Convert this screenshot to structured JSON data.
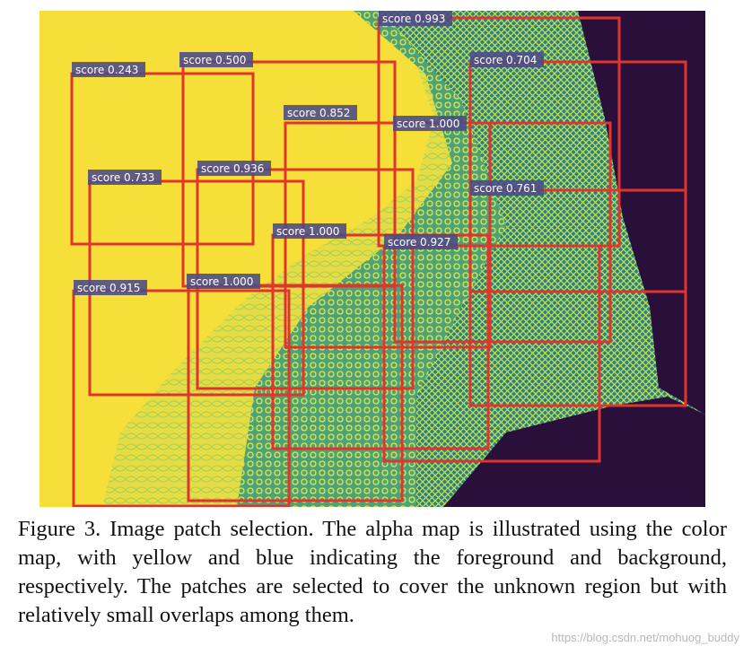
{
  "figure": {
    "colors": {
      "foreground": "#f7df3a",
      "background": "#2a0f3a",
      "mid": "#2a8c8a",
      "box": "#e0342f",
      "label_bg": "#4b4a88"
    },
    "patches": [
      {
        "score_text": "score 0.993"
      },
      {
        "score_text": "score 0.704"
      },
      {
        "score_text": "score 0.243"
      },
      {
        "score_text": "score 0.500"
      },
      {
        "score_text": "score 0.852"
      },
      {
        "score_text": "score 1.000"
      },
      {
        "score_text": "score 0.733"
      },
      {
        "score_text": "score 0.936"
      },
      {
        "score_text": "score 0.761"
      },
      {
        "score_text": "score 1.000"
      },
      {
        "score_text": "score 0.927"
      },
      {
        "score_text": "score 0.915"
      },
      {
        "score_text": "score 1.000"
      }
    ]
  },
  "caption": "Figure 3. Image patch selection. The alpha map is illustrated using the color map, with yellow and blue indicating the foreground and background, respectively.  The patches are selected to cover the unknown region but with relatively small overlaps among them.",
  "watermark": "https://blog.csdn.net/mohuog_buddy"
}
